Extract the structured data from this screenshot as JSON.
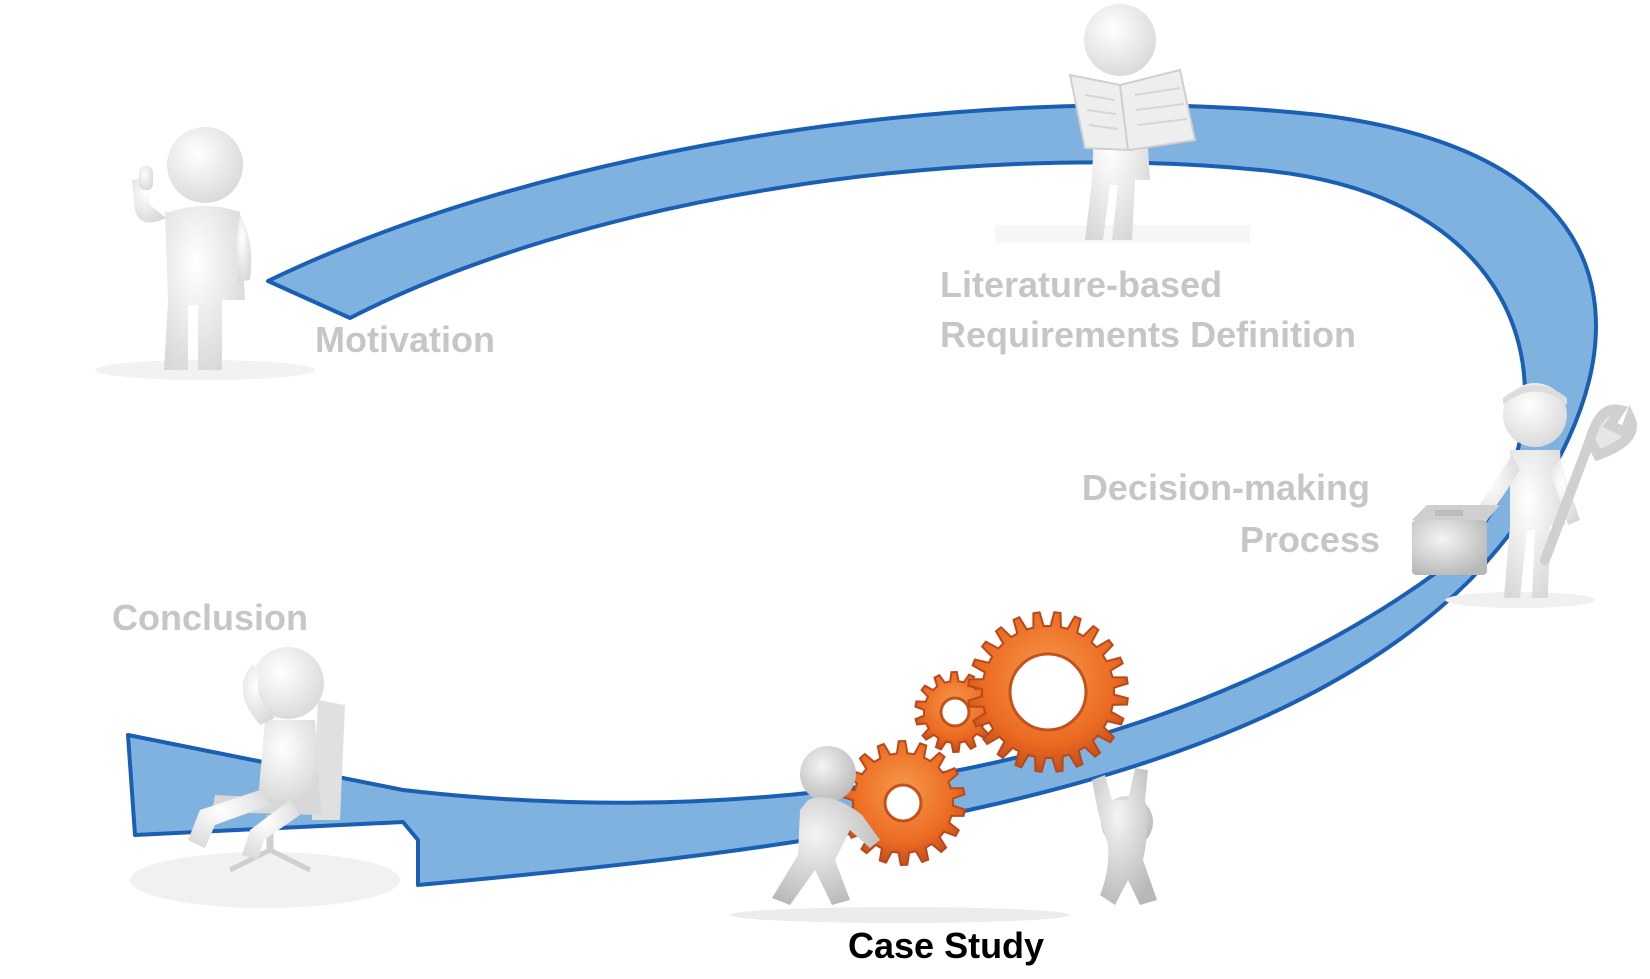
{
  "stages": [
    {
      "id": "motivation",
      "lines": [
        "Motivation"
      ],
      "active": false,
      "figure": "thumbs-up-person"
    },
    {
      "id": "requirements",
      "lines": [
        "Literature-based",
        "Requirements Definition"
      ],
      "active": false,
      "figure": "newspaper-reader-person"
    },
    {
      "id": "decision",
      "lines": [
        "Decision-making",
        "Process"
      ],
      "active": false,
      "figure": "handyman-with-wrench-and-toolbox"
    },
    {
      "id": "case-study",
      "lines": [
        "Case Study"
      ],
      "active": true,
      "figure": "people-pushing-gears"
    },
    {
      "id": "conclusion",
      "lines": [
        "Conclusion"
      ],
      "active": false,
      "figure": "relaxing-person-in-chair"
    }
  ],
  "colors": {
    "arrow_fill": "#7fb2de",
    "arrow_stroke": "#1a5fb4",
    "inactive_text": "#c6c6c6",
    "active_text": "#000000",
    "gear_orange": "#ec6a22",
    "figure_gray": "#e9e9e9"
  }
}
